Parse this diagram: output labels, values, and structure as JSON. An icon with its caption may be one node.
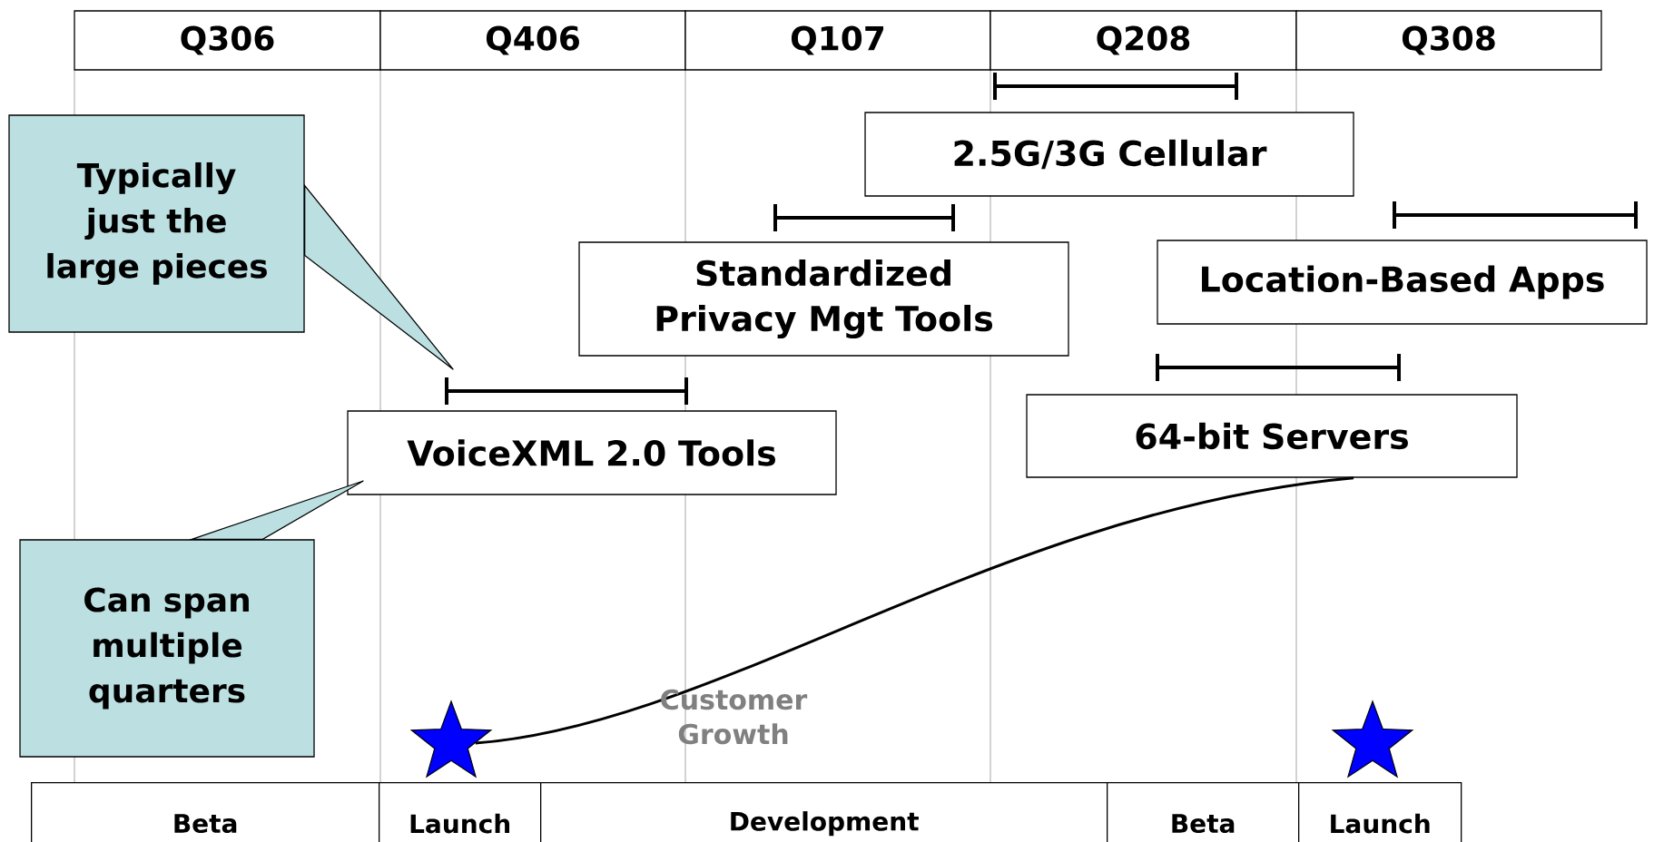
{
  "diagram": {
    "nodes": [
      {
        "text": [
          "Q306"
        ]
      },
      {
        "text": [
          "Q406"
        ]
      },
      {
        "text": [
          "Q107"
        ]
      },
      {
        "text": [
          "Q208"
        ]
      },
      {
        "text": [
          "Q308"
        ]
      },
      {
        "text": [
          "Typically just the large pieces"
        ]
      },
      {
        "text": [
          "Can span multiple quarters"
        ]
      },
      {
        "text": [
          "2.5G/3G Cellular"
        ]
      },
      {
        "text": [
          "Standardized Privacy Mgt Tools"
        ]
      },
      {
        "text": [
          "Location-Based Apps"
        ]
      },
      {
        "text": [
          "VoiceXML 2.0 Tools"
        ]
      },
      {
        "text": [
          "64-bit Servers"
        ]
      },
      {
        "text": [
          "Beta"
        ]
      },
      {
        "text": [
          "Launch"
        ]
      },
      {
        "text": [
          "Development"
        ]
      },
      {
        "text": [
          "Beta"
        ]
      },
      {
        "text": [
          "Launch"
        ]
      },
      {
        "text": [],
        "shape": "star"
      },
      {
        "text": [],
        "shape": "star"
      }
    ],
    "edges": [
      {
        "from": 5,
        "to": 10,
        "arrow": "none"
      },
      {
        "from": 6,
        "to": 10,
        "arrow": "none"
      },
      {
        "from": 17,
        "to": 11,
        "arrow": "none",
        "label": "Customer Growth"
      }
    ]
  }
}
